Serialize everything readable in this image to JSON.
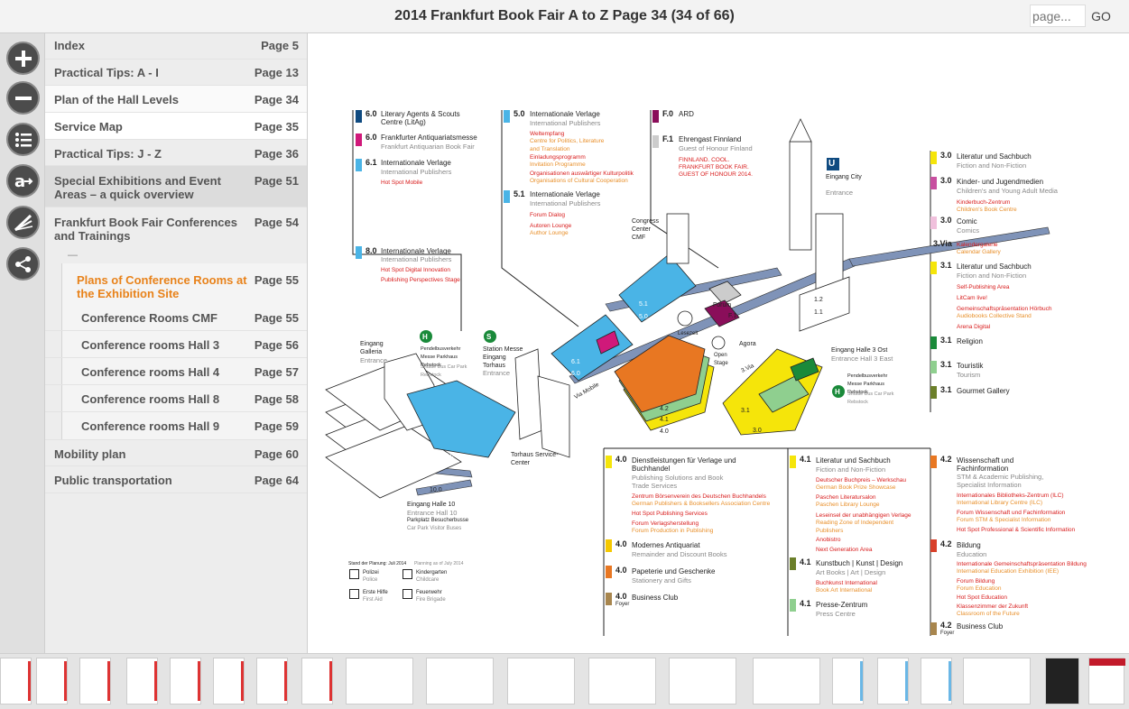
{
  "header": {
    "title": "2014 Frankfurt Book Fair A to Z Page 34 (34 of 66)",
    "page_placeholder": "page...",
    "go_label": "GO"
  },
  "toolbar": {
    "icons": [
      "zoom-in-icon",
      "zoom-out-icon",
      "toc-list-icon",
      "text-icon",
      "thumbnails-icon",
      "share-icon"
    ]
  },
  "toc": {
    "items": [
      {
        "label": "Index",
        "page": "Page 5"
      },
      {
        "label": "Practical Tips: A - I",
        "page": "Page 13"
      },
      {
        "label": "Plan of the Hall Levels",
        "page": "Page 34"
      },
      {
        "label": "Service Map",
        "page": "Page 35"
      },
      {
        "label": "Practical Tips: J - Z",
        "page": "Page 36"
      },
      {
        "label": "Special Exhibitions and Event Areas – a quick overview",
        "page": "Page 51"
      },
      {
        "label": "Frankfurt Book Fair Conferences and Trainings",
        "page": "Page 54"
      },
      {
        "label": "Plans of Conference Rooms at the Exhibition Site",
        "page": "Page 55"
      },
      {
        "label": "Conference Rooms CMF",
        "page": "Page 55"
      },
      {
        "label": "Conference rooms Hall 3",
        "page": "Page 56"
      },
      {
        "label": "Conference rooms Hall 4",
        "page": "Page 57"
      },
      {
        "label": "Conference rooms Hall 8",
        "page": "Page 58"
      },
      {
        "label": "Conference rooms Hall 9",
        "page": "Page 59"
      },
      {
        "label": "Mobility plan",
        "page": "Page 60"
      },
      {
        "label": "Public transportation",
        "page": "Page 64"
      }
    ],
    "collapse_mark": "—"
  },
  "map": {
    "colors": {
      "blue": "#4ab4e6",
      "navy": "#0f4a80",
      "magenta": "#d0197a",
      "purple": "#8a0e5a",
      "orange": "#e87722",
      "yellow": "#f5e50a",
      "green": "#1a8a3a",
      "lightgreen": "#8fcf8f",
      "olive": "#6b7f2a",
      "brown": "#a8864e",
      "red": "#d81b1b"
    },
    "legend_left": [
      {
        "num": "6.0",
        "name": "Literary Agents & Scouts Centre (LitAg)"
      },
      {
        "num": "6.0",
        "name": "Frankfurter Antiquariatsmesse",
        "en": "Frankfurt Antiquarian Book Fair"
      },
      {
        "num": "6.1",
        "name": "Internationale Verlage",
        "en": "International Publishers",
        "red": "Hot Spot Mobile"
      },
      {
        "num": "8.0",
        "name": "Internationale Verlage",
        "en": "International Publishers",
        "red": "Hot Spot Digital Innovation",
        "red2": "Publishing Perspectives Stage"
      }
    ],
    "legend_mid": [
      {
        "num": "5.0",
        "name": "Internationale Verlage",
        "en": "International Publishers",
        "red": "Weltempfang",
        "orange": "Centre for Politics, Literature and Translation",
        "red2": "Einladungsprogramm",
        "orange2": "Invitation Programme",
        "red3": "Organisationen auswärtiger Kulturpolitik",
        "orange3": "Organisations of Cultural Cooperation"
      },
      {
        "num": "5.1",
        "name": "Internationale Verlage",
        "en": "International Publishers",
        "red": "Forum Dialog",
        "red2": "Autoren Lounge",
        "orange2": "Author Lounge"
      }
    ],
    "legend_f": [
      {
        "num": "F.0",
        "name": "ARD"
      },
      {
        "num": "F.1",
        "name": "Ehrengast Finnland",
        "en": "Guest of Honour Finland",
        "red": "FINNLAND. COOL.",
        "red2": "FRANKFURT BOOK FAIR.",
        "red3": "GUEST OF HONOUR 2014."
      }
    ],
    "legend_right": [
      {
        "num": "3.0",
        "name": "Literatur und Sachbuch",
        "en": "Fiction and Non-Fiction"
      },
      {
        "num": "3.0",
        "name": "Kinder- und Jugendmedien",
        "en": "Children's and Young Adult Media",
        "red": "Kinderbuch-Zentrum",
        "orange": "Children's Book Centre"
      },
      {
        "num": "3.0",
        "name": "Comic",
        "en": "Comics"
      },
      {
        "num": "3.Via",
        "red": "Kalendergalerie",
        "orange": "Calendar Gallery"
      },
      {
        "num": "3.1",
        "name": "Literatur und Sachbuch",
        "en": "Fiction and Non-Fiction",
        "red": "Self-Publishing Area",
        "red2": "LitCam live!",
        "red3": "Gemeinschaftspräsentation Hörbuch",
        "orange3": "Audiobooks Collective Stand",
        "red4": "Arena Digital"
      },
      {
        "num": "3.1",
        "name": "Religion"
      },
      {
        "num": "3.1",
        "name": "Touristik",
        "en": "Tourism"
      },
      {
        "num": "3.1",
        "name": "Gourmet Gallery"
      }
    ],
    "labels": {
      "congress": "Congress Center CMF",
      "eingang_city": "Eingang City",
      "entrance": "Entrance",
      "forum": "Forum",
      "lesezelt": "Lesezelt",
      "agora": "Agora",
      "open_stage": "Open Stage",
      "eingang_halle3": "Eingang Halle 3 Ost",
      "entrance_halle3": "Entrance Hall 3 East",
      "eingang_galleria": "Eingang Galleria",
      "station": "Station Messe Eingang Torhaus",
      "torhaus": "Torhaus Service-Center",
      "eingang_halle10": "Eingang Halle 10",
      "entrance_hall10": "Entrance Hall 10",
      "parkplatz": "Parkplatz Besucherbusse",
      "car_park": "Car Park Visitor Buses",
      "via_mobile": "Via Mobile",
      "pendel": "Pendelbusverkehr Messe Parkhaus Rebstock",
      "shuttle": "Shuttle Bus Car Park Rebstock",
      "via3": "3.Via",
      "stand": "Stand der Planung: Juli 2014",
      "planning": "Planning as of July 2014",
      "polizei": "Polizei",
      "police": "Police",
      "kinder": "Kindergarten",
      "childcare": "Childcare",
      "hilfe": "Erste Hilfe",
      "firstaid": "First Aid",
      "feuer": "Feuerwehr",
      "fire": "Fire Brigade",
      "u": "U",
      "h": "H",
      "s": "S"
    },
    "hall_numbers": [
      "5.1",
      "5.0",
      "6.1",
      "6.0",
      "8.0",
      "10.0",
      "4.2",
      "4.1",
      "4.0",
      "3.1",
      "3.0",
      "F.1",
      "F.0",
      "1.2",
      "1.1"
    ],
    "bottom_col1": [
      {
        "num": "4.0",
        "name": "Dienstleistungen für Verlage und Buchhandel",
        "en": "Publishing Solutions and Book Trade Services",
        "reds": [
          "Zentrum Börsenverein des Deutschen Buchhandels",
          "Hot Spot Publishing Services",
          "Forum Verlagsherstellung"
        ],
        "oranges": [
          "German Publishers & Booksellers Association Centre",
          "Forum Production in Publishing"
        ]
      },
      {
        "num": "4.0",
        "name": "Modernes Antiquariat",
        "en": "Remainder and Discount Books"
      },
      {
        "num": "4.0",
        "name": "Papeterie und Geschenke",
        "en": "Stationery and Gifts"
      },
      {
        "num": "4.0",
        "name": "Business Club",
        "en": "Foyer"
      }
    ],
    "bottom_col2": [
      {
        "num": "4.1",
        "name": "Literatur und Sachbuch",
        "en": "Fiction and Non-Fiction",
        "reds": [
          "Deutscher Buchpreis – Werkschau",
          "Paschen Literatursalon",
          "Leseinsel der unabhängigen Verlage",
          "Anobistro",
          "Next Generation Area"
        ],
        "oranges": [
          "German Book Prize Showcase",
          "Paschen Library Lounge",
          "Reading Zone of Independent Publishers"
        ]
      },
      {
        "num": "4.1",
        "name": "Kunstbuch | Kunst | Design",
        "en": "Art Books | Art | Design",
        "reds": [
          "Buchkunst International"
        ],
        "oranges": [
          "Book Art International"
        ]
      },
      {
        "num": "4.1",
        "name": "Presse-Zentrum",
        "en": "Press Centre"
      }
    ],
    "bottom_col3": [
      {
        "num": "4.2",
        "name": "Wissenschaft und Fachinformation",
        "en": "STM & Academic Publishing, Specialist Information",
        "reds": [
          "Internationales Bibliotheks-Zentrum (ILC)",
          "Forum Wissenschaft und Fachinformation",
          "Hot Spot Professional & Scientific Information"
        ],
        "oranges": [
          "International Library Centre (ILC)",
          "Forum STM & Specialist Information"
        ]
      },
      {
        "num": "4.2",
        "name": "Bildung",
        "en": "Education",
        "reds": [
          "Internationale Gemeinschaftspräsentation Bildung",
          "Forum Bildung",
          "Hot Spot Education",
          "Klassenzimmer der Zukunft"
        ],
        "oranges": [
          "International Education Exhibition (IEE)",
          "Forum Education",
          "Classroom of the Future"
        ]
      },
      {
        "num": "4.2",
        "name": "Business Club",
        "en": "Foyer"
      }
    ]
  }
}
